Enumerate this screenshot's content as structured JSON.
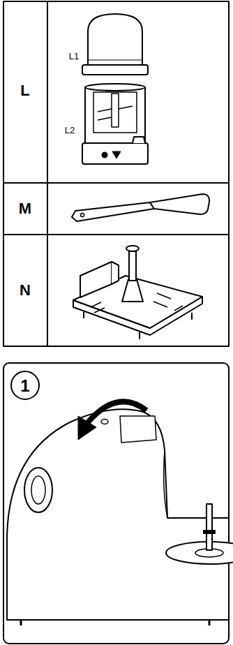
{
  "diagram": {
    "labels": [
      "L",
      "L1",
      "L2",
      "M",
      "N",
      "1"
    ]
  }
}
